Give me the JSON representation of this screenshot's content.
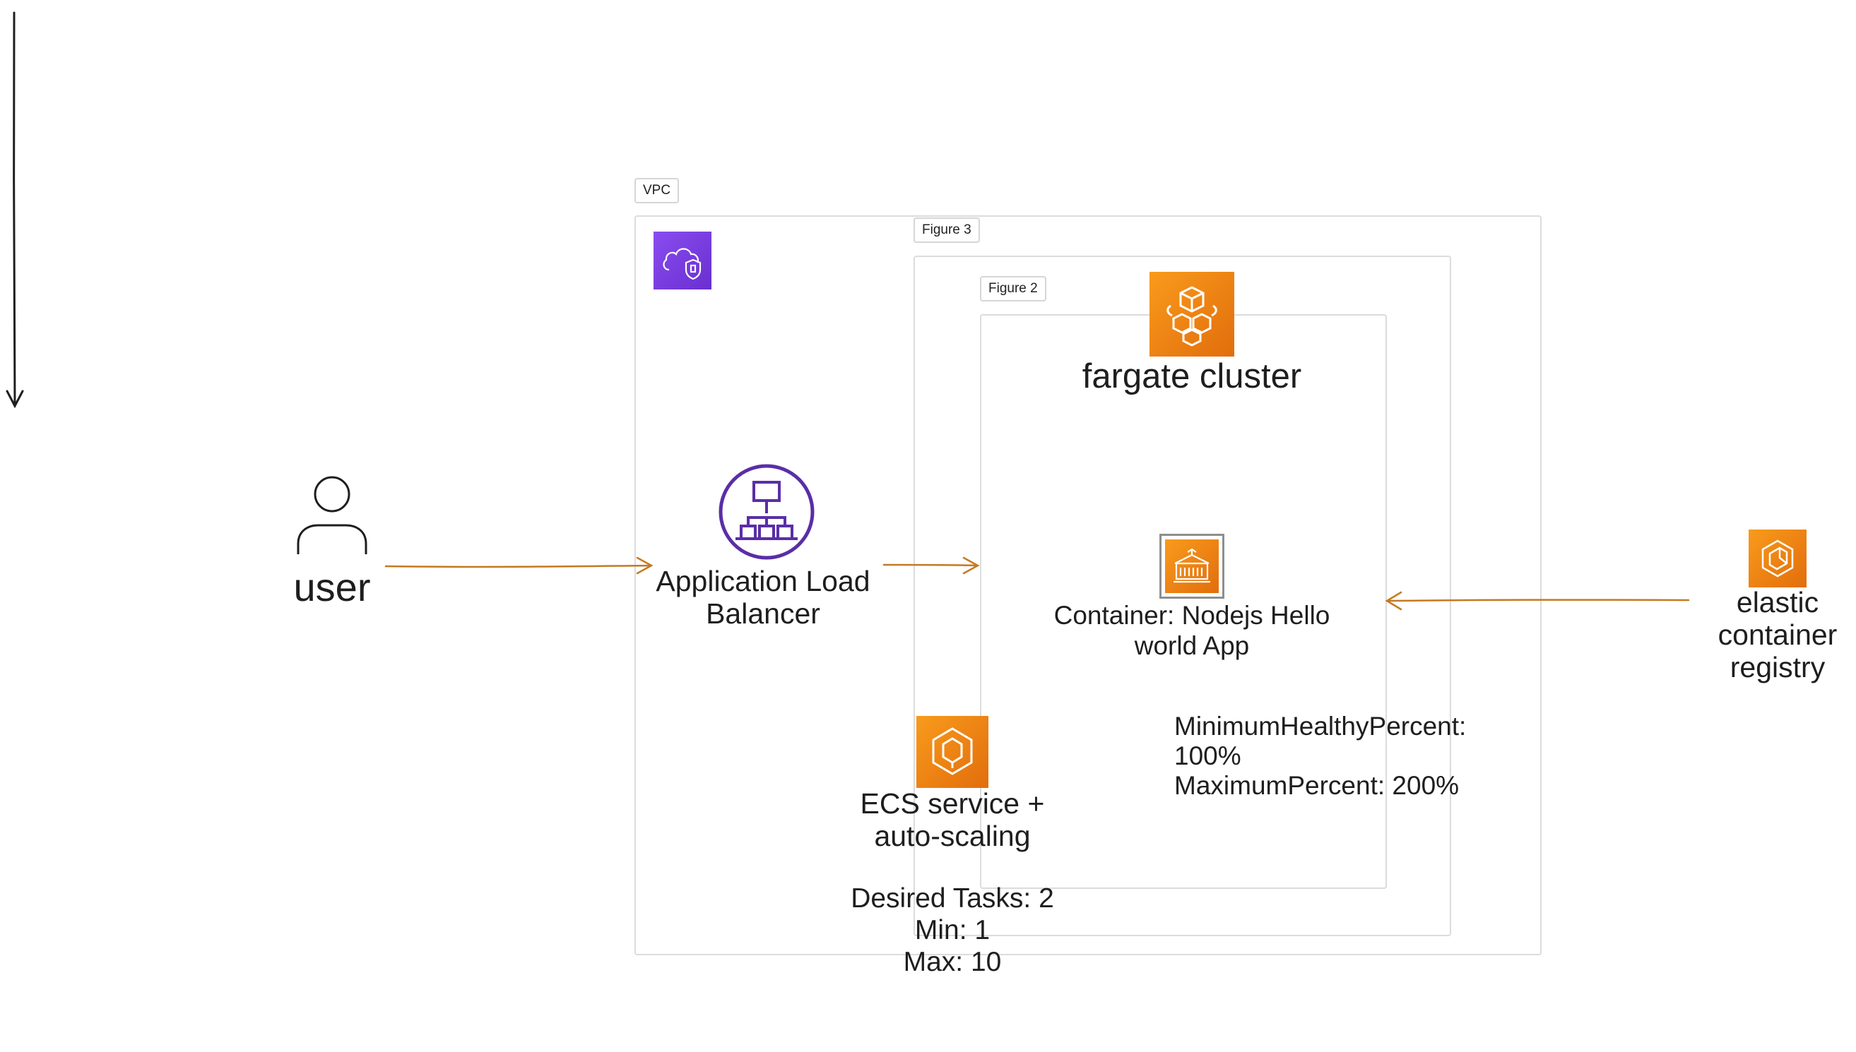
{
  "frames": {
    "vpc_tag": "VPC",
    "figure3_tag": "Figure 3",
    "figure2_tag": "Figure 2"
  },
  "nodes": {
    "user": {
      "label": "user",
      "icon": "user-icon"
    },
    "alb": {
      "line1": "Application Load",
      "line2": "Balancer",
      "icon": "load-balancer-icon"
    },
    "fargate": {
      "label": "fargate cluster",
      "icon": "fargate-cluster-icon"
    },
    "container": {
      "line1": "Container: Nodejs Hello",
      "line2": "world App",
      "icon": "container-icon"
    },
    "ecs": {
      "line1": "ECS service +",
      "line2": "auto-scaling",
      "icon": "ecs-service-icon"
    },
    "ecr": {
      "line1": "elastic",
      "line2": "container",
      "line3": "registry",
      "icon": "ecr-icon"
    },
    "vpc_icon": "vpc-cloud-icon"
  },
  "notes": {
    "deploy_line1": "MinimumHealthyPercent:",
    "deploy_line2": "100%",
    "deploy_line3": "MaximumPercent: 200%",
    "tasks_line1": "Desired Tasks: 2",
    "tasks_line2": "Min: 1",
    "tasks_line3": "Max: 10"
  },
  "colors": {
    "aws_purple": "#7b3fe4",
    "aws_orange": "#ed7100",
    "elb_purple": "#5a2ea6",
    "arrow_orange": "#c47a22",
    "frame_gray": "#dcdcdc"
  }
}
